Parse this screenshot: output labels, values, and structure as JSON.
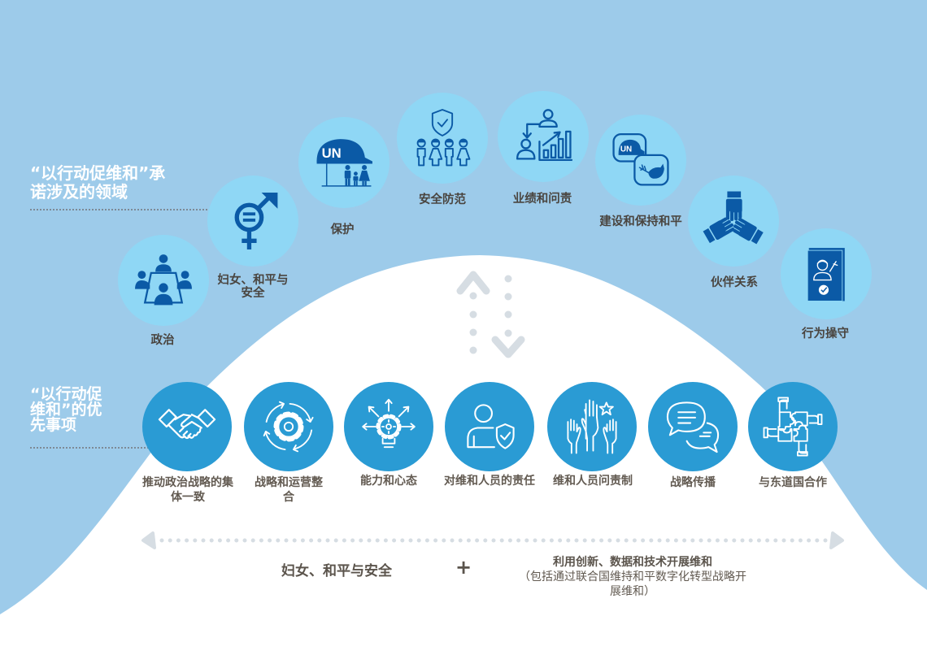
{
  "colors": {
    "background": "#9dcbea",
    "dome": "#ffffff",
    "commitment_circle": "#8fd7f5",
    "commitment_icon": "#0b5aa6",
    "priority_circle": "#2a9bd4",
    "priority_icon": "#ffffff",
    "label_text": "#4a4540",
    "arrow_gray": "#d6dde3"
  },
  "headings": {
    "commitments": {
      "lines": [
        "“以行动促维和”承",
        "诺涉及的领域"
      ]
    },
    "priorities": {
      "lines": [
        "“以行动促",
        "维和”的优",
        "先事项"
      ]
    }
  },
  "commitment_areas": [
    {
      "icon": "meeting-table-icon",
      "lines": [
        "政治"
      ]
    },
    {
      "icon": "gender-equality-icon",
      "lines": [
        "妇女、和平与",
        "安全"
      ]
    },
    {
      "icon": "un-helmet-family-icon",
      "lines": [
        "保护"
      ]
    },
    {
      "icon": "shield-people-icon",
      "lines": [
        "安全防范"
      ]
    },
    {
      "icon": "performance-chart-icon",
      "lines": [
        "业绩和问责"
      ]
    },
    {
      "icon": "un-dove-icon",
      "lines": [
        "建设和保持和平"
      ]
    },
    {
      "icon": "joined-hands-icon",
      "lines": [
        "伙伴关系"
      ]
    },
    {
      "icon": "code-of-conduct-book-icon",
      "lines": [
        "行为操守"
      ]
    }
  ],
  "priorities": [
    {
      "icon": "handshake-icon",
      "lines": [
        "推动政治战略的集",
        "体一致"
      ]
    },
    {
      "icon": "gear-cycle-icon",
      "lines": [
        "战略和运营整",
        "合"
      ]
    },
    {
      "icon": "head-gear-ideas-icon",
      "lines": [
        "能力和心态"
      ]
    },
    {
      "icon": "person-shield-icon",
      "lines": [
        "对维和人员的责任"
      ]
    },
    {
      "icon": "raised-hands-star-icon",
      "lines": [
        "维和人员问责制"
      ]
    },
    {
      "icon": "chat-bubbles-icon",
      "lines": [
        "战略传播"
      ]
    },
    {
      "icon": "puzzle-hands-icon",
      "lines": [
        "与东道国合作"
      ]
    }
  ],
  "crosscutting": {
    "left": "妇女、和平与安全",
    "plus": "+",
    "right_title": "利用创新、数据和技术开展维和",
    "right_note_lines": [
      "（包括通过联合国维持和平数字化转型战略开",
      "展维和）"
    ]
  }
}
